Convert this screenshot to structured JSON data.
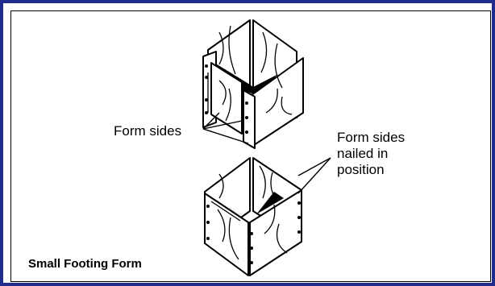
{
  "callouts": {
    "form_sides": "Form sides",
    "form_sides_nailed": "Form sides\nnailed in\nposition"
  },
  "caption": "Small Footing Form",
  "colors": {
    "frame_border": "#1f2c8c",
    "ink": "#000000"
  }
}
